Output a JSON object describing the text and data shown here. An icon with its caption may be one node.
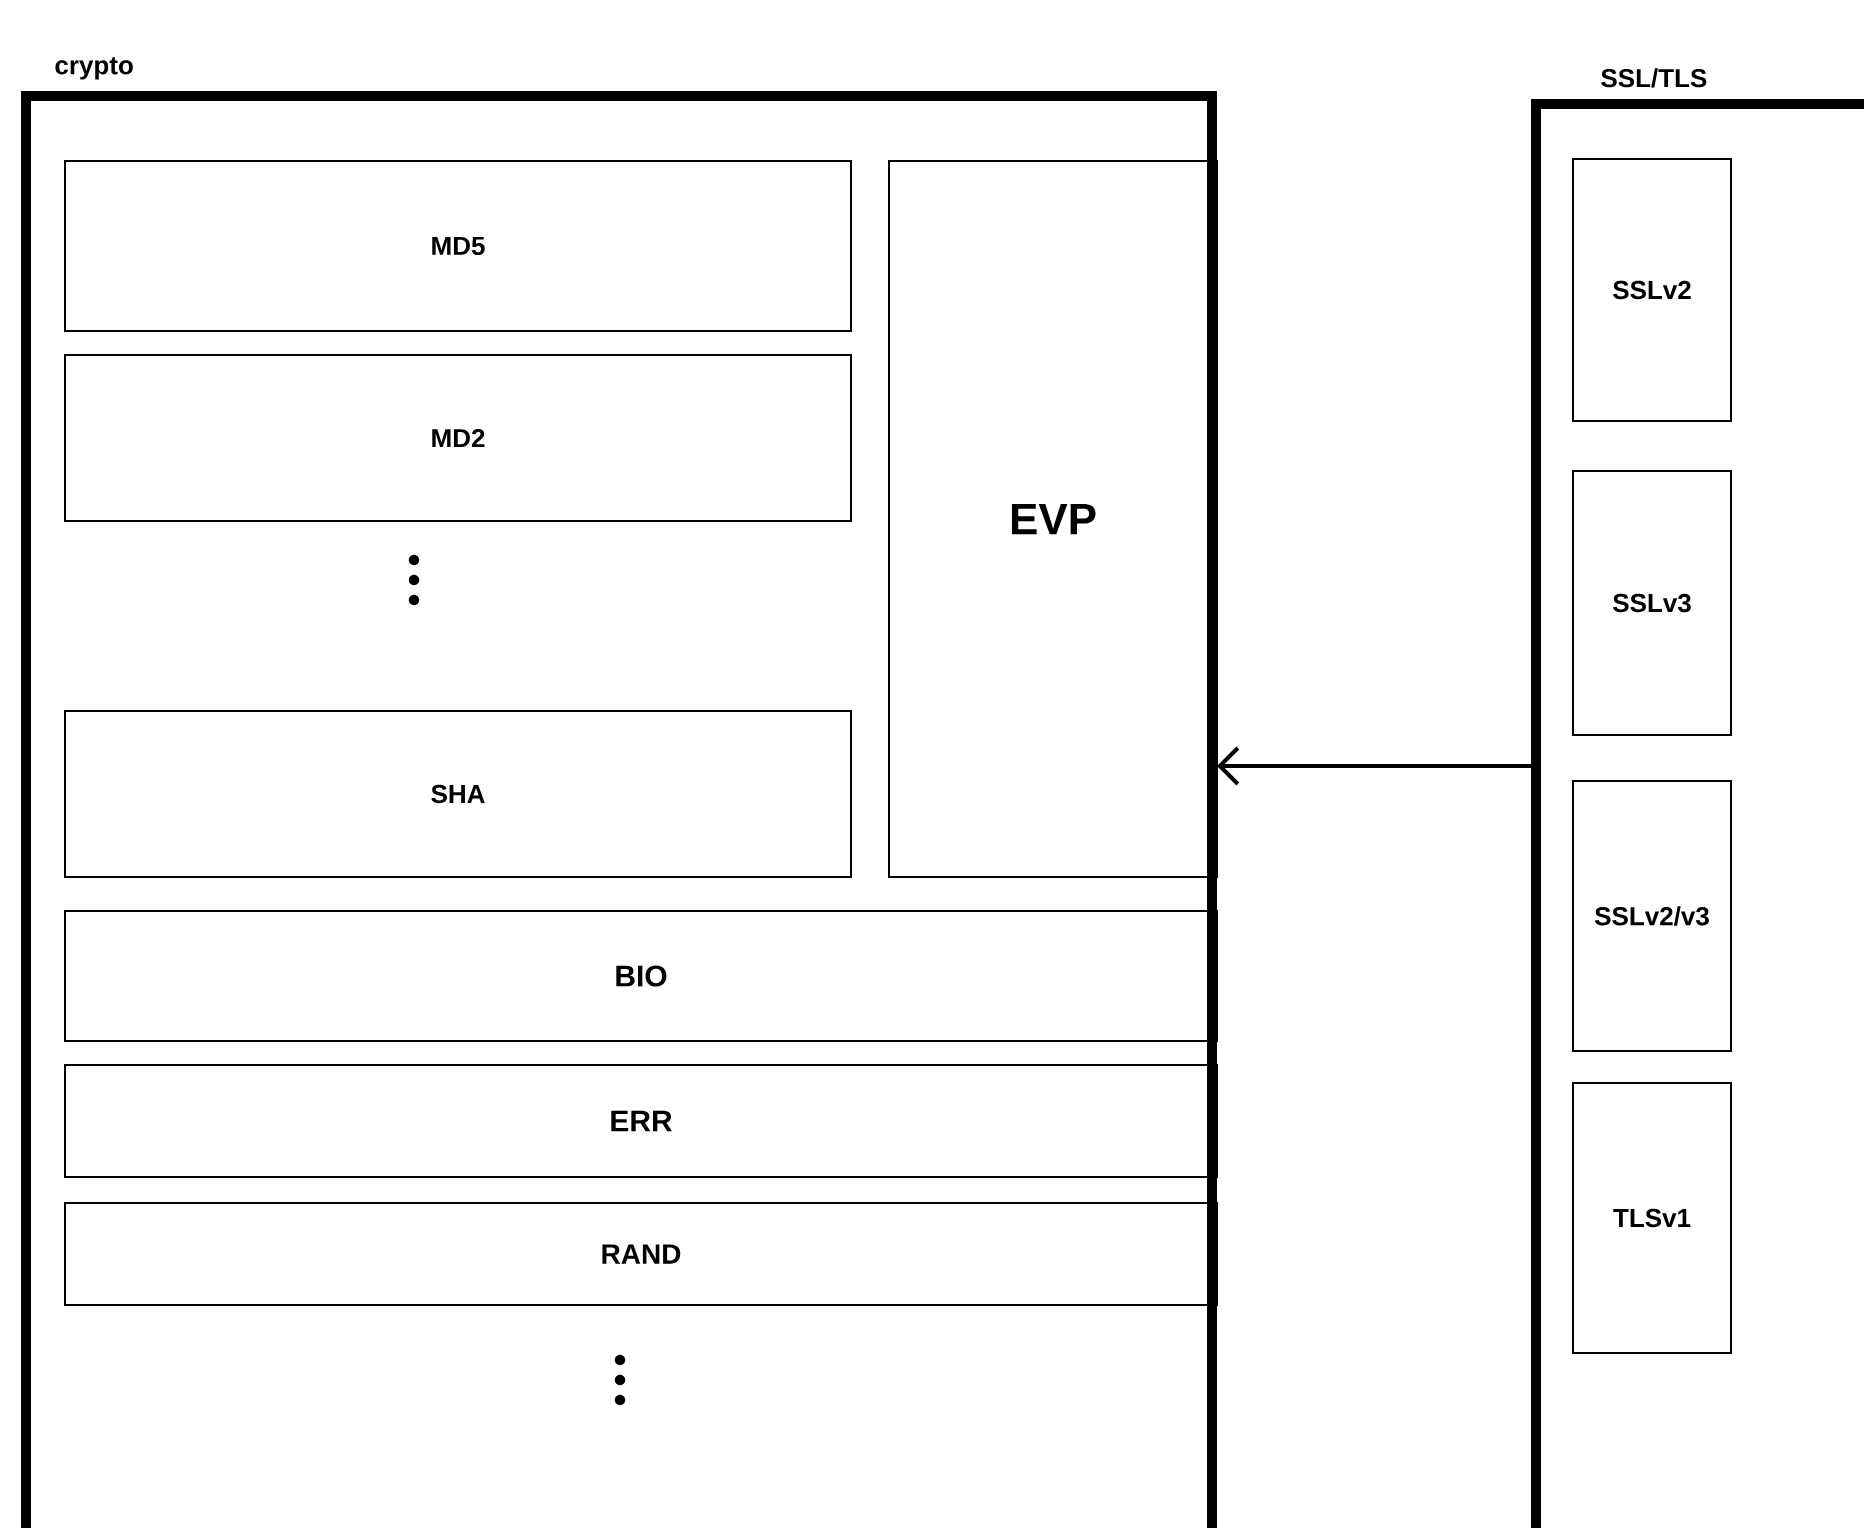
{
  "diagram": {
    "nodes": [
      {
        "text": [
          "crypto"
        ]
      },
      {
        "text": [
          "MD5"
        ],
        "in": 0
      },
      {
        "text": [
          "MD2"
        ],
        "in": 0
      },
      {
        "text": [
          "SHA"
        ],
        "in": 0
      },
      {
        "text": [
          "EVP"
        ],
        "in": 0
      },
      {
        "text": [
          "BIO"
        ],
        "in": 0
      },
      {
        "text": [
          "ERR"
        ],
        "in": 0
      },
      {
        "text": [
          "RAND"
        ],
        "in": 0
      },
      {
        "text": [
          "SSL/TLS"
        ]
      },
      {
        "text": [
          "SSLv2"
        ],
        "in": 8
      },
      {
        "text": [
          "SSLv3"
        ],
        "in": 8
      },
      {
        "text": [
          "SSLv2/v3"
        ],
        "in": 8
      },
      {
        "text": [
          "TLSv1"
        ],
        "in": 8
      }
    ],
    "edges": [
      {
        "from": 8,
        "to": 0,
        "arrow": "to"
      }
    ]
  }
}
